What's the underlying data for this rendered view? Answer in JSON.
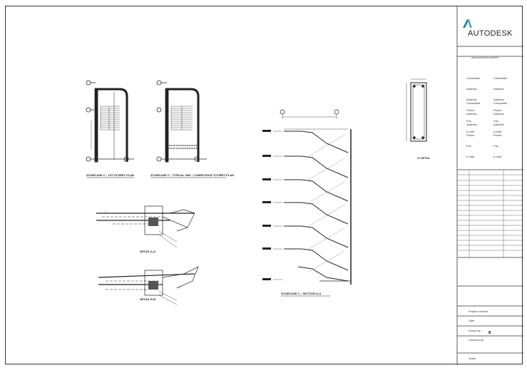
{
  "title_block": {
    "brand": "AUTODESK",
    "url": "www.autodesk.com/revit",
    "consultants": [
      [
        "Consultant",
        "Address",
        "Address",
        "Phone",
        "Fax",
        "e-mail"
      ],
      [
        "Consultant",
        "Address",
        "Address",
        "Phone",
        "Fax",
        "e-mail"
      ],
      [
        "Consultant",
        "Address",
        "Address",
        "Phone",
        "Fax",
        "e-mail"
      ],
      [
        "Consultant",
        "Address",
        "Address",
        "Phone",
        "Fax",
        "e-mail"
      ]
    ],
    "fields": {
      "project_number": "Project number",
      "date": "Date",
      "drawn_by": "Drawn by",
      "drawn_by_value": "B",
      "checked_by": "Checked by",
      "scale": "Scale"
    }
  },
  "views": {
    "plan1_title": "STAIRCASE C - 1ST STOREY PLAN",
    "plan2_title": "STAIRCASE C - TYPICAL 2ND - LOWER ROOF STOREY PLAN",
    "section_title": "STAIRCASE C - SECTION A-A",
    "detail_a_title": "DETAIL A-A",
    "detail_b_title": "DETAIL B-B",
    "col_detail_title": "C1 DETAIL"
  },
  "colors": {
    "line": "#222222",
    "light": "#777777",
    "brand_blue": "#1f75b8",
    "brand_teal": "#47b6a8"
  }
}
